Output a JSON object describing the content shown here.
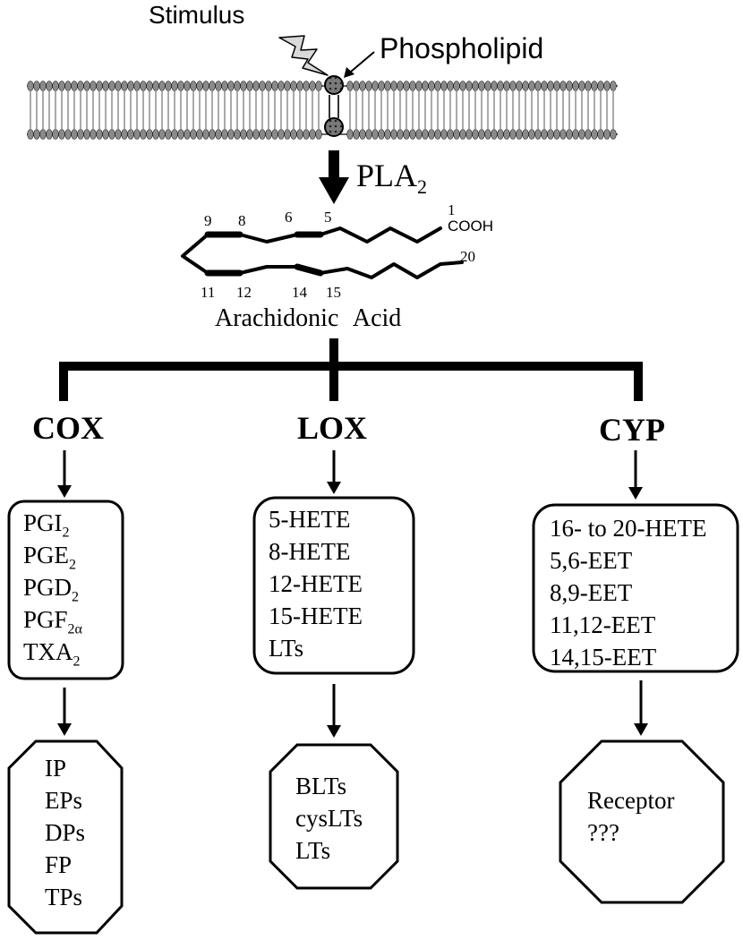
{
  "top": {
    "stimulus": "Stimulus",
    "phospholipid": "Phospholipid",
    "enzyme": "PLA",
    "enzyme_sub": "2"
  },
  "molecule": {
    "name": "Arachidonic Acid",
    "group": "COOH",
    "carbons": [
      "1",
      "5",
      "6",
      "8",
      "9",
      "11",
      "12",
      "14",
      "15",
      "20"
    ]
  },
  "pathways": {
    "cox": {
      "title": "COX",
      "products": [
        {
          "text": "PGI",
          "sub": "2"
        },
        {
          "text": "PGE",
          "sub": "2"
        },
        {
          "text": "PGD",
          "sub": "2"
        },
        {
          "text": "PGF",
          "sub": "2α"
        },
        {
          "text": "TXA",
          "sub": "2"
        }
      ],
      "receptors": [
        "IP",
        "EPs",
        "DPs",
        "FP",
        "TPs"
      ]
    },
    "lox": {
      "title": "LOX",
      "products": [
        "5-HETE",
        "8-HETE",
        "12-HETE",
        "15-HETE",
        "LTs"
      ],
      "receptors": [
        "BLTs",
        "cysLTs",
        "LTs"
      ]
    },
    "cyp": {
      "title": "CYP",
      "products": [
        "16- to 20-HETE",
        "5,6-EET",
        "8,9-EET",
        "11,12-EET",
        "14,15-EET"
      ],
      "receptors": [
        "Receptor",
        "???"
      ]
    }
  }
}
